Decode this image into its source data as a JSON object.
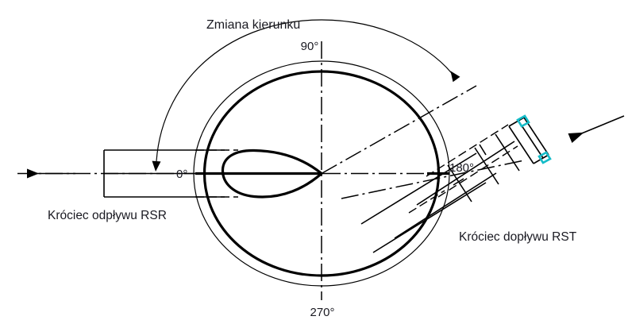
{
  "diagram": {
    "title_note": "Zmiana kierunku",
    "angles": {
      "outlet": "0°",
      "top": "90°",
      "inlet": "180°",
      "bottom": "270°"
    },
    "captions": {
      "outlet": "Króciec odpływu RSR",
      "inlet": "Króciec dopływu RST"
    },
    "colors": {
      "line": "#000000",
      "text": "#1a1a22",
      "flange_highlight": "#15bcc8",
      "background": "#ffffff"
    },
    "elements": {
      "outer_casing": "outer-casing-circle",
      "inner_casing": "inner-casing-circle",
      "impeller": "teardrop-volute-shape",
      "outlet_nozzle": "outlet-nozzle-rect",
      "inlet_nozzle": "inlet-nozzle-angled",
      "flow_arrow_out": "outlet-flow-arrow",
      "flow_arrow_in": "inlet-flow-arrow",
      "rotation_arc": "direction-change-arc"
    }
  }
}
